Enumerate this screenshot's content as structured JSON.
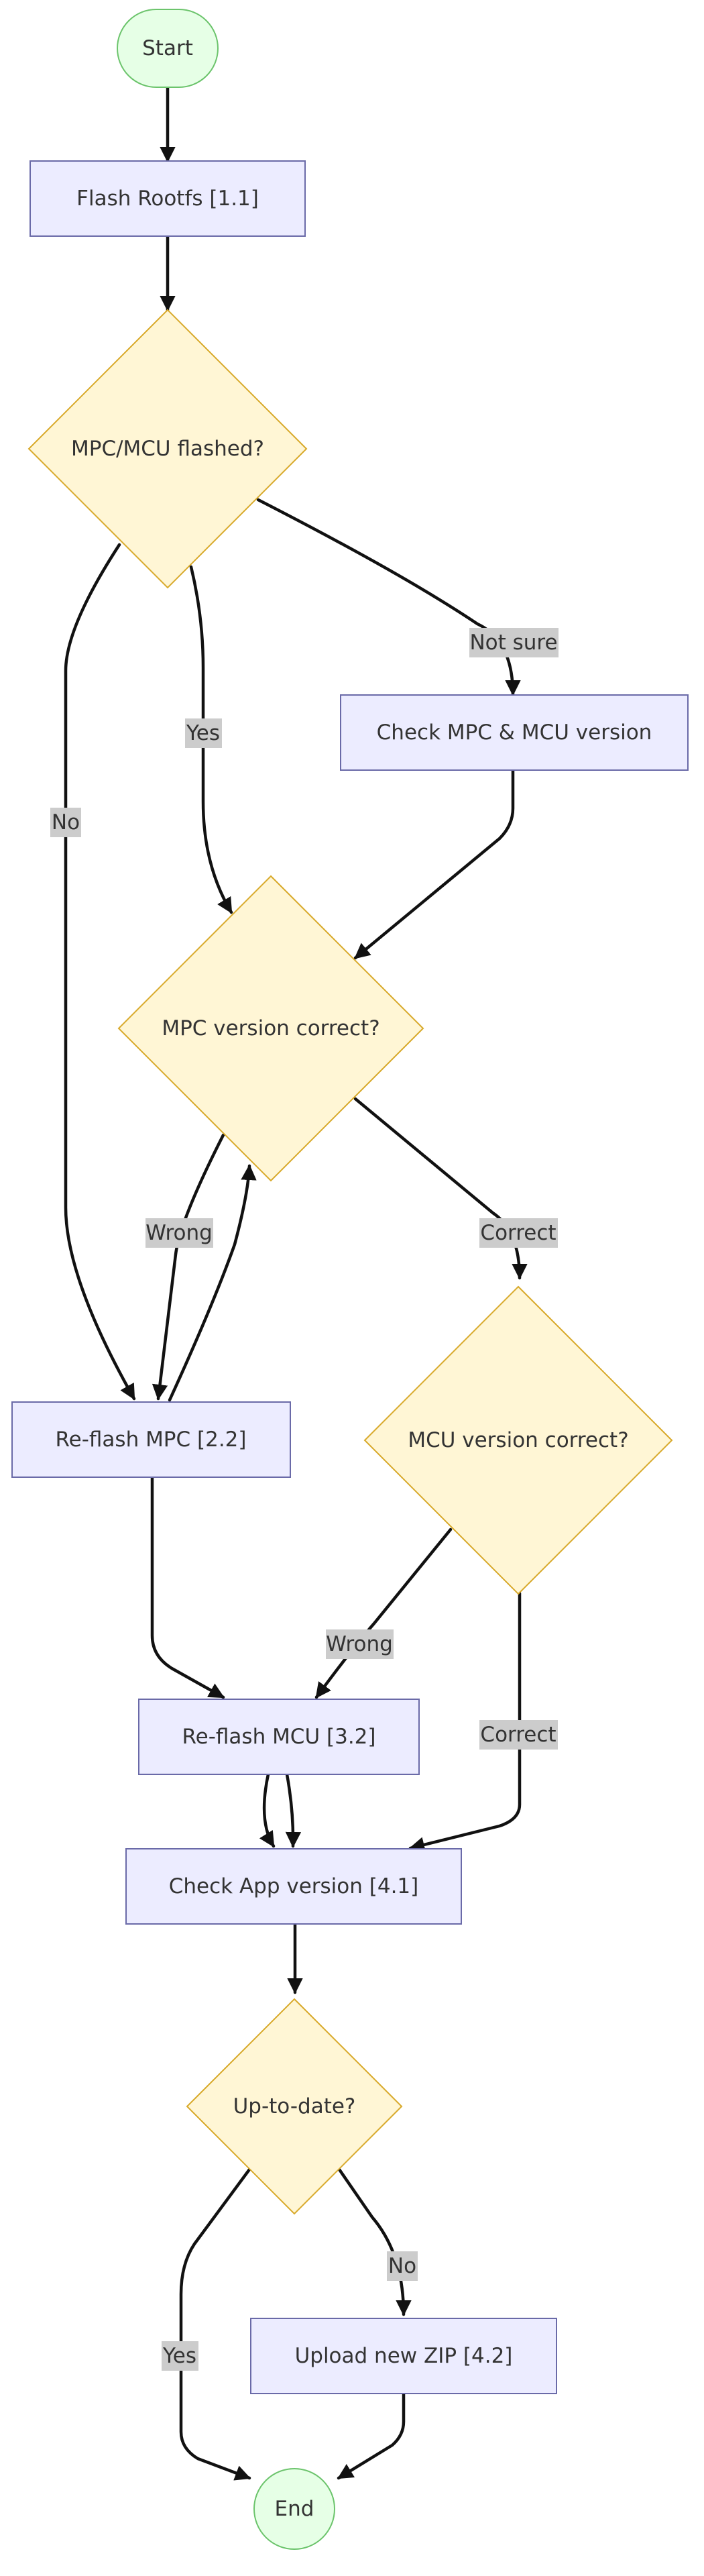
{
  "colors": {
    "terminal_fill": "#e6ffe6",
    "terminal_stroke": "#6cc46c",
    "process_fill": "#ececff",
    "process_stroke": "#6a6aa8",
    "decision_fill": "#fff6d5",
    "decision_stroke": "#d8a92a",
    "edge": "#111111",
    "label_bg": "#cccccc",
    "text": "#333333"
  },
  "nodes": {
    "start": {
      "label": "Start",
      "shape": "terminal"
    },
    "flash_rootfs": {
      "label": "Flash Rootfs [1.1]",
      "shape": "process"
    },
    "mpc_mcu_flashed": {
      "label": "MPC/MCU flashed?",
      "shape": "decision"
    },
    "check_mpc_mcu_version": {
      "label": "Check MPC & MCU version",
      "shape": "process"
    },
    "mpc_version_correct": {
      "label": "MPC version correct?",
      "shape": "decision"
    },
    "reflash_mpc": {
      "label": "Re-flash MPC [2.2]",
      "shape": "process"
    },
    "mcu_version_correct": {
      "label": "MCU version correct?",
      "shape": "decision"
    },
    "reflash_mcu": {
      "label": "Re-flash MCU [3.2]",
      "shape": "process"
    },
    "check_app_version": {
      "label": "Check App version [4.1]",
      "shape": "process"
    },
    "up_to_date": {
      "label": "Up-to-date?",
      "shape": "decision"
    },
    "upload_zip": {
      "label": "Upload new ZIP [4.2]",
      "shape": "process"
    },
    "end": {
      "label": "End",
      "shape": "terminal"
    }
  },
  "edge_labels": {
    "not_sure": "Not sure",
    "yes_1": "Yes",
    "no_1": "No",
    "wrong_mpc": "Wrong",
    "correct_mpc": "Correct",
    "wrong_mcu": "Wrong",
    "correct_mcu": "Correct",
    "no_2": "No",
    "yes_2": "Yes"
  }
}
